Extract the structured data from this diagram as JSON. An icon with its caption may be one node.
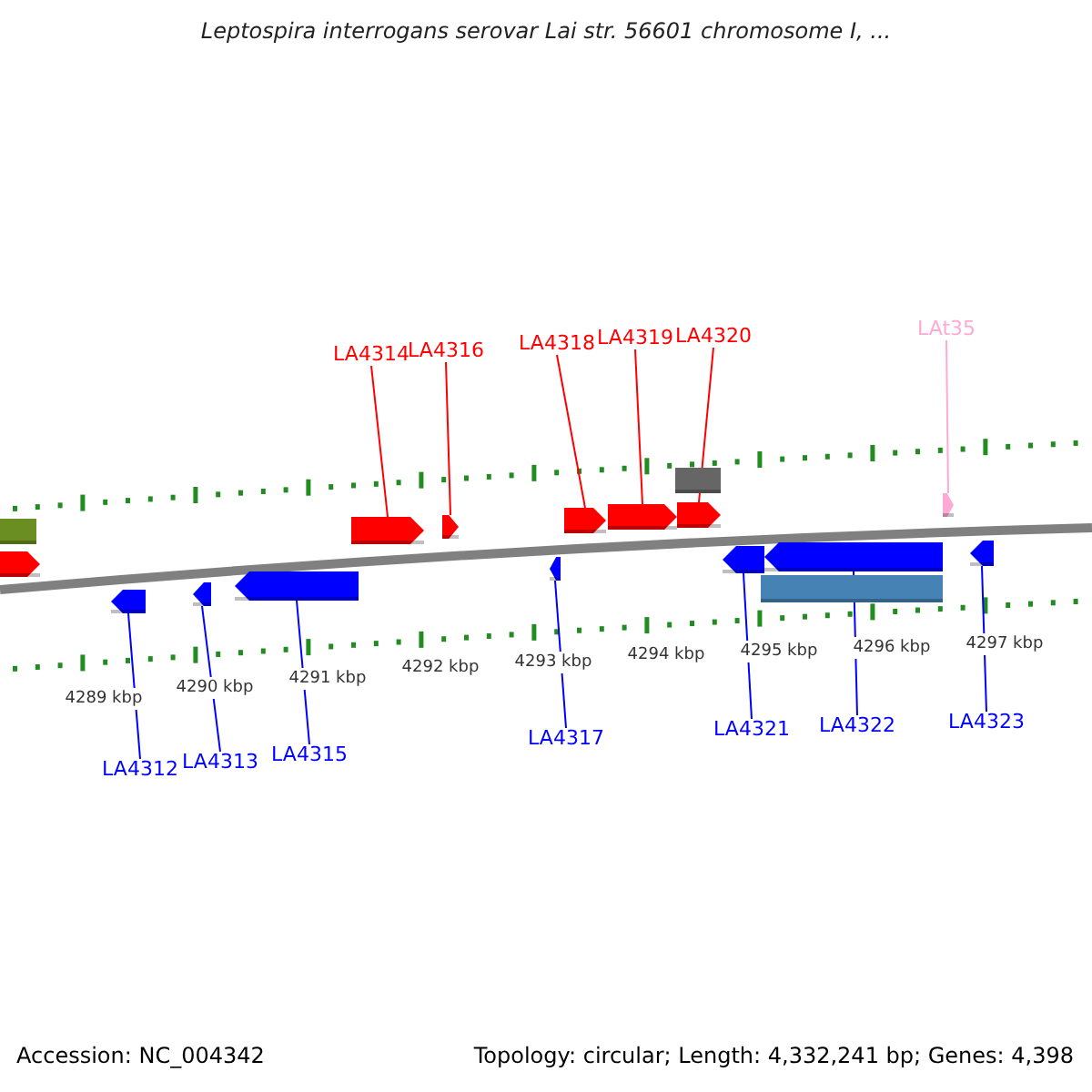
{
  "diagram": {
    "title": "Leptospira interrogans serovar Lai str. 56601 chromosome I, ...",
    "nodes": [
      {
        "text": [
          "LA4314"
        ]
      },
      {
        "text": [
          "LA4316"
        ]
      },
      {
        "text": [
          "LA4318"
        ]
      },
      {
        "text": [
          "LA4319"
        ]
      },
      {
        "text": [
          "LA4320"
        ]
      },
      {
        "text": [
          "LAt35"
        ]
      },
      {
        "text": [],
        "shape": "bar"
      },
      {
        "text": [],
        "shape": "pentagon"
      },
      {
        "text": [],
        "shape": "pentagon"
      },
      {
        "text": [],
        "shape": "pentagon"
      },
      {
        "text": [],
        "shape": "bar"
      },
      {
        "text": [],
        "shape": "pentagon"
      },
      {
        "text": [],
        "shape": "pentagon"
      },
      {
        "text": [],
        "shape": "pentagon"
      },
      {
        "text": [],
        "shape": "pentagon"
      },
      {
        "text": [],
        "shape": "pentagon"
      },
      {
        "text": [],
        "shape": "pentagon"
      },
      {
        "text": [],
        "shape": "pentagon"
      },
      {
        "text": [],
        "shape": "pentagon"
      },
      {
        "text": [],
        "shape": "pentagon"
      },
      {
        "text": [],
        "shape": "pentagon"
      },
      {
        "text": [],
        "shape": "bar"
      },
      {
        "text": [],
        "shape": "pentagon"
      },
      {
        "text": [
          "LA4312"
        ]
      },
      {
        "text": [
          "LA4313"
        ]
      },
      {
        "text": [
          "LA4315"
        ]
      },
      {
        "text": [
          "LA4317"
        ]
      },
      {
        "text": [
          "LA4321"
        ]
      },
      {
        "text": [
          "LA4322"
        ]
      },
      {
        "text": [
          "LA4323"
        ]
      }
    ],
    "edges": [
      {
        "from": 0,
        "to": 8,
        "arrow": "none",
        "color": "#ff0000"
      },
      {
        "from": 1,
        "to": 9,
        "arrow": "none",
        "color": "#ff0000"
      },
      {
        "from": 2,
        "to": 11,
        "arrow": "none",
        "color": "#ff0000"
      },
      {
        "from": 3,
        "to": 12,
        "arrow": "none",
        "color": "#ff0000"
      },
      {
        "from": 4,
        "to": 13,
        "arrow": "none",
        "color": "#ff0000"
      },
      {
        "from": 5,
        "to": 14,
        "arrow": "none",
        "color": "#ffaad4"
      },
      {
        "from": 23,
        "to": 15,
        "arrow": "none"
      },
      {
        "from": 24,
        "to": 16,
        "arrow": "none"
      },
      {
        "from": 25,
        "to": 17,
        "arrow": "none"
      },
      {
        "from": 26,
        "to": 18,
        "arrow": "none"
      },
      {
        "from": 27,
        "to": 19,
        "arrow": "none"
      },
      {
        "from": 28,
        "to": 20,
        "arrow": "none"
      },
      {
        "from": 29,
        "to": 22,
        "arrow": "none"
      }
    ],
    "labels": [
      "4289 kbp",
      "4290 kbp",
      "4291 kbp",
      "4292 kbp",
      "4293 kbp",
      "4294 kbp",
      "4295 kbp",
      "4296 kbp",
      "4297 kbp",
      "Accession: NC_004342",
      "Topology: circular; Length: 4,332,241 bp; Genes: 4,398"
    ]
  }
}
